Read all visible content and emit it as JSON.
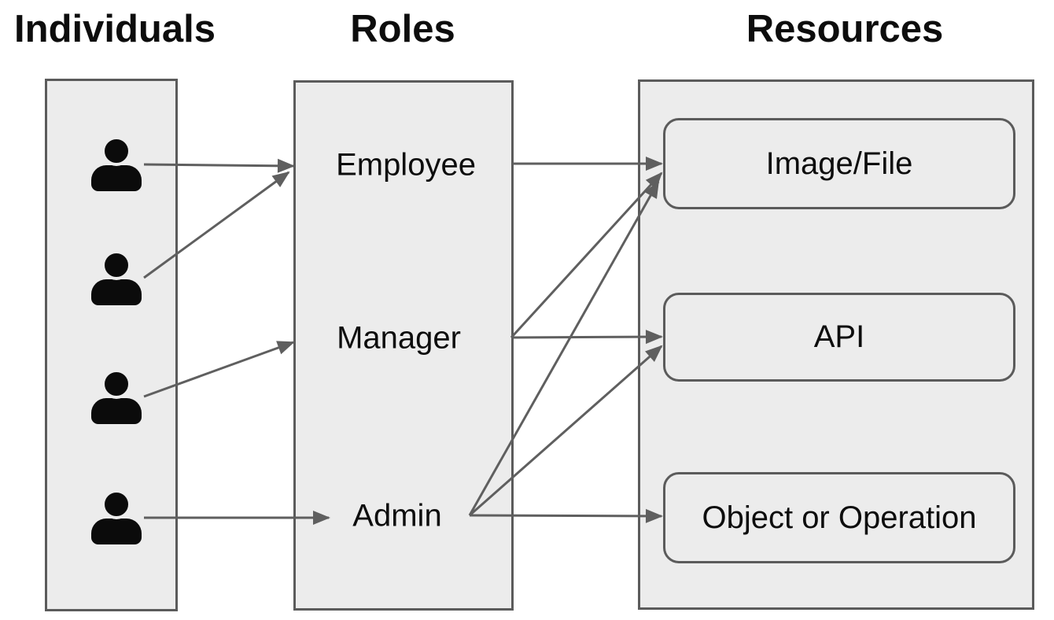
{
  "diagram": {
    "columns": [
      {
        "id": "individuals",
        "title": "Individuals"
      },
      {
        "id": "roles",
        "title": "Roles"
      },
      {
        "id": "resources",
        "title": "Resources"
      }
    ],
    "individuals": [
      {
        "id": "individual-1",
        "icon": "person-icon"
      },
      {
        "id": "individual-2",
        "icon": "person-icon"
      },
      {
        "id": "individual-3",
        "icon": "person-icon"
      },
      {
        "id": "individual-4",
        "icon": "person-icon"
      }
    ],
    "roles": [
      "Employee",
      "Manager",
      "Admin"
    ],
    "resources": [
      "Image/File",
      "API",
      "Object or Operation"
    ],
    "links": {
      "individual_to_role": [
        {
          "from": "individual-1",
          "to": "Employee"
        },
        {
          "from": "individual-2",
          "to": "Employee"
        },
        {
          "from": "individual-3",
          "to": "Manager"
        },
        {
          "from": "individual-4",
          "to": "Admin"
        }
      ],
      "role_to_resource": [
        {
          "from": "Employee",
          "to": "Image/File"
        },
        {
          "from": "Manager",
          "to": "Image/File"
        },
        {
          "from": "Manager",
          "to": "API"
        },
        {
          "from": "Admin",
          "to": "Image/File"
        },
        {
          "from": "Admin",
          "to": "API"
        },
        {
          "from": "Admin",
          "to": "Object or Operation"
        }
      ]
    },
    "colors": {
      "background": "#ffffff",
      "box_fill": "#ececec",
      "box_border": "#5b5b5b",
      "arrow": "#5f5f5f",
      "icon": "#0b0b0b",
      "text": "#0d0d0d"
    }
  }
}
